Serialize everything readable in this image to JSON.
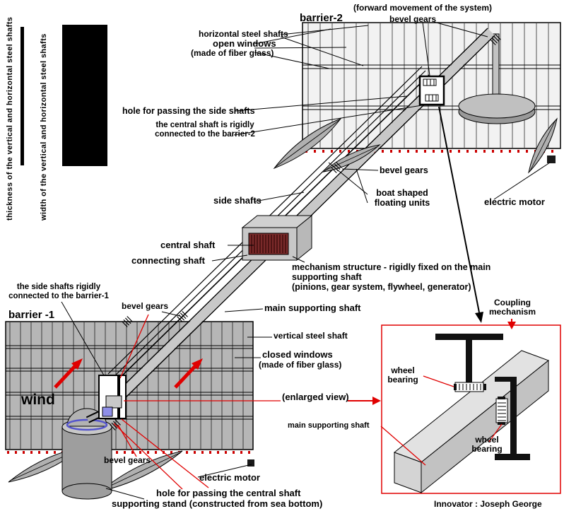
{
  "diagram_title": "wind-wave barrier energy system diagram",
  "colors": {
    "annotation_red": "#e00000",
    "tick_red": "#cc0000",
    "barrier_gray": "#b6b6b6",
    "shaft_gray": "#c8c8c8",
    "mechanism_maroon": "#7a2a2a",
    "blue_accent": "#8f8fe8",
    "black": "#000000"
  },
  "labels": {
    "forward_movement": "(forward movement of the system)",
    "bevel_gears_top": "bevel gears",
    "barrier2_title": "barrier-2",
    "horizontal_steel_shafts": "horizontal steel shafts",
    "open_windows": "open windows",
    "open_windows_material": "(made of fiber glass)",
    "hole_side_shafts": "hole for passing the side shafts",
    "central_shaft_rigid": "the central shaft is rigidly connected to the  barrier-2",
    "thickness_vertical": "thickness of the vertical and horizontal steel shafts",
    "width_vertical": "width of the vertical and horizontal steel shafts",
    "bevel_gears_mid": "bevel gears",
    "side_shafts": "side shafts",
    "boat_units": "boat shaped floating units",
    "electric_motor_right": "electric motor",
    "central_shaft": "central shaft",
    "connecting_shaft": "connecting shaft",
    "mechanism_line1": "mechanism structure - rigidly fixed on the main",
    "mechanism_line2": "supporting shaft",
    "mechanism_line3": "(pinions, gear system, flywheel, generator)",
    "main_supporting_shaft": "main supporting shaft",
    "coupling_mechanism": "Coupling mechanism",
    "side_shafts_rigid": "the side shafts rigidly connected to the  barrier-1",
    "bevel_gears_left": "bevel gears",
    "barrier1_title": "barrier -1",
    "vertical_steel_shaft": "vertical steel shaft",
    "closed_windows": "closed windows",
    "closed_windows_material": "(made of fiber glass)",
    "wind": "wind",
    "enlarged_view": "(enlarged view)",
    "wheel_bearing_upper": "wheel bearing",
    "main_supporting_shaft_inset": "main supporting shaft",
    "wheel_bearing_lower": "wheel bearing",
    "bevel_gears_bottom": "bevel gears",
    "electric_motor_bottom": "electric motor",
    "hole_central_shaft": "hole for passing the central shaft",
    "supporting_stand": "supporting stand (constructed from sea bottom)",
    "innovator": "Innovator : Joseph George"
  }
}
